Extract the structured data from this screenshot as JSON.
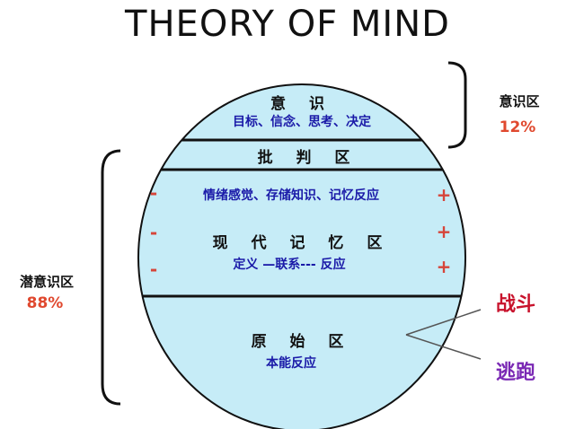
{
  "title": "THEORY OF MIND",
  "zones": {
    "conscious": {
      "title": "意 识",
      "desc": "目标、信念、思考、决定"
    },
    "critical": {
      "title": "批 判 区"
    },
    "modern": {
      "title": "现 代 记 忆 区",
      "desc_top": "情绪感觉、存储知识、记忆反应",
      "desc_bottom": "定义 —联系--- 反应"
    },
    "primitive": {
      "title": "原 始 区",
      "desc": "本能反应"
    }
  },
  "signs": {
    "minus": "-",
    "plus": "+"
  },
  "conscious_region": {
    "label": "意识区",
    "percent": "12%"
  },
  "subconscious_region": {
    "label": "潜意识区",
    "percent": "88%"
  },
  "responses": {
    "fight": "战斗",
    "flee": "逃跑"
  },
  "colors": {
    "circle_fill": "#c6ecf7",
    "text_blue": "#1a1aa8",
    "sign_red": "#d6453a",
    "percent_red": "#e0492f",
    "fight_red": "#c8122c",
    "flee_purple": "#7a28b4"
  }
}
